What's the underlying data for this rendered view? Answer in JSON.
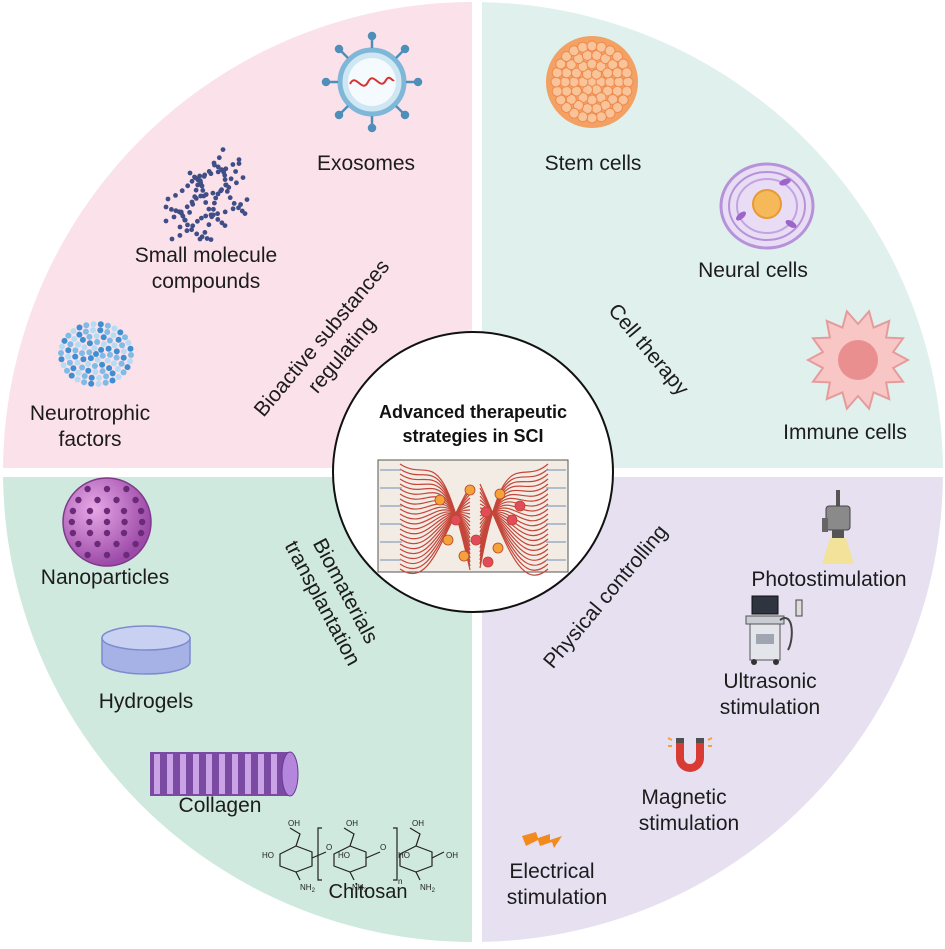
{
  "center": {
    "title_line1": "Advanced therapeutic",
    "title_line2": "strategies in SCI"
  },
  "quadrants": {
    "top_left": {
      "category_line1": "Bioactive substances",
      "category_line2": "regulating",
      "color": "#fbe1ea",
      "items": {
        "exosomes": "Exosomes",
        "small_molecule_line1": "Small molecule",
        "small_molecule_line2": "compounds",
        "neurotrophic_line1": "Neurotrophic",
        "neurotrophic_line2": "factors"
      }
    },
    "top_right": {
      "category": "Cell therapy",
      "color": "#dff0ed",
      "items": {
        "stem_cells": "Stem cells",
        "neural_cells": "Neural cells",
        "immune_cells": "Immune cells"
      }
    },
    "bottom_left": {
      "category_line1": "Biomaterials",
      "category_line2": "transplantation",
      "color": "#cfe9df",
      "items": {
        "nanoparticles": "Nanoparticles",
        "hydrogels": "Hydrogels",
        "collagen": "Collagen",
        "chitosan": "Chitosan"
      }
    },
    "bottom_right": {
      "category": "Physical controlling",
      "color": "#e6e0f0",
      "items": {
        "photostimulation": "Photostimulation",
        "ultrasonic_line1": "Ultrasonic",
        "ultrasonic_line2": "stimulation",
        "magnetic_line1": "Magnetic",
        "magnetic_line2": "stimulation",
        "electrical_line1": "Electrical",
        "electrical_line2": "stimulation"
      }
    }
  },
  "chitosan_structure": {
    "ho": "HO",
    "oh": "OH",
    "o": "O",
    "nh2": "NH",
    "sub2": "2",
    "n": "n"
  }
}
